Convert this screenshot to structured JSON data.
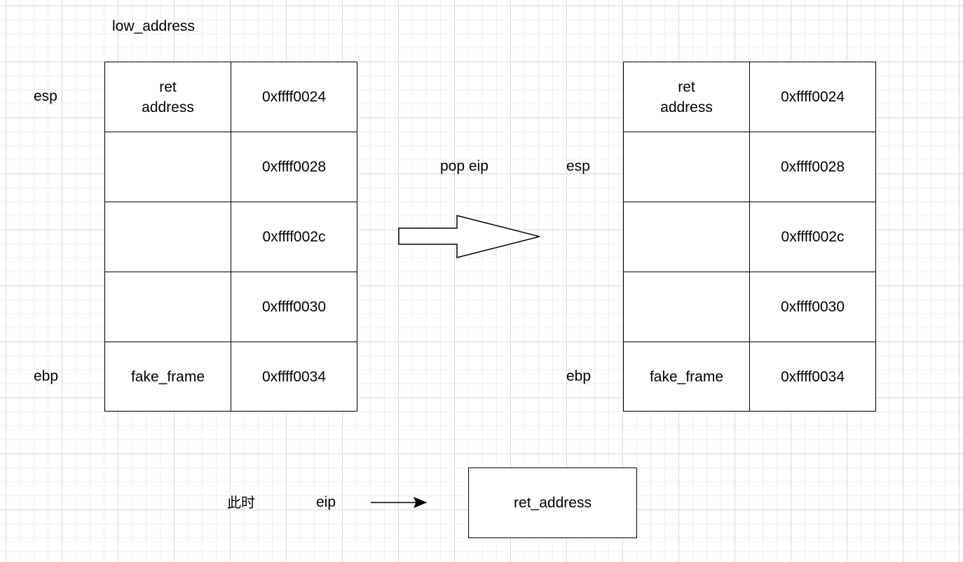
{
  "top_label": "low_address",
  "left_stack": {
    "esp_label": "esp",
    "ebp_label": "ebp",
    "rows": [
      {
        "content": "ret\naddress",
        "address": "0xffff0024"
      },
      {
        "content": "",
        "address": "0xffff0028"
      },
      {
        "content": "",
        "address": "0xffff002c"
      },
      {
        "content": "",
        "address": "0xffff0030"
      },
      {
        "content": "fake_frame",
        "address": "0xffff0034"
      }
    ]
  },
  "operation_label": "pop eip",
  "right_stack": {
    "esp_label": "esp",
    "ebp_label": "ebp",
    "rows": [
      {
        "content": "ret\naddress",
        "address": "0xffff0024"
      },
      {
        "content": "",
        "address": "0xffff0028"
      },
      {
        "content": "",
        "address": "0xffff002c"
      },
      {
        "content": "",
        "address": "0xffff0030"
      },
      {
        "content": "fake_frame",
        "address": "0xffff0034"
      }
    ]
  },
  "result": {
    "prefix": "此时",
    "register": "eip",
    "value": "ret_address"
  }
}
